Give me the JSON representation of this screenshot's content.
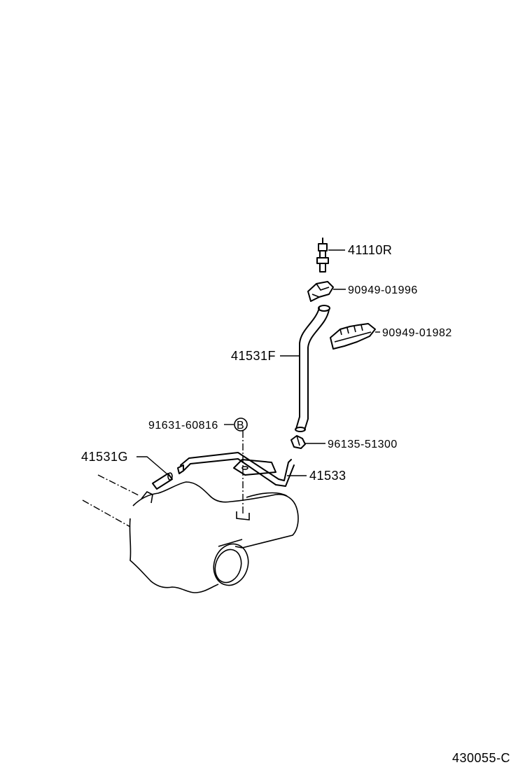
{
  "labels": {
    "sensor": "41110R",
    "clamp_upper": "90949-01996",
    "clamp_multi": "90949-01982",
    "hose_long": "41531F",
    "bolt": "91631-60816",
    "bolt_marker": "B",
    "clip": "96135-51300",
    "hose_short": "41531G",
    "tube_bracket": "41533"
  },
  "diagram_id": "430055-C"
}
